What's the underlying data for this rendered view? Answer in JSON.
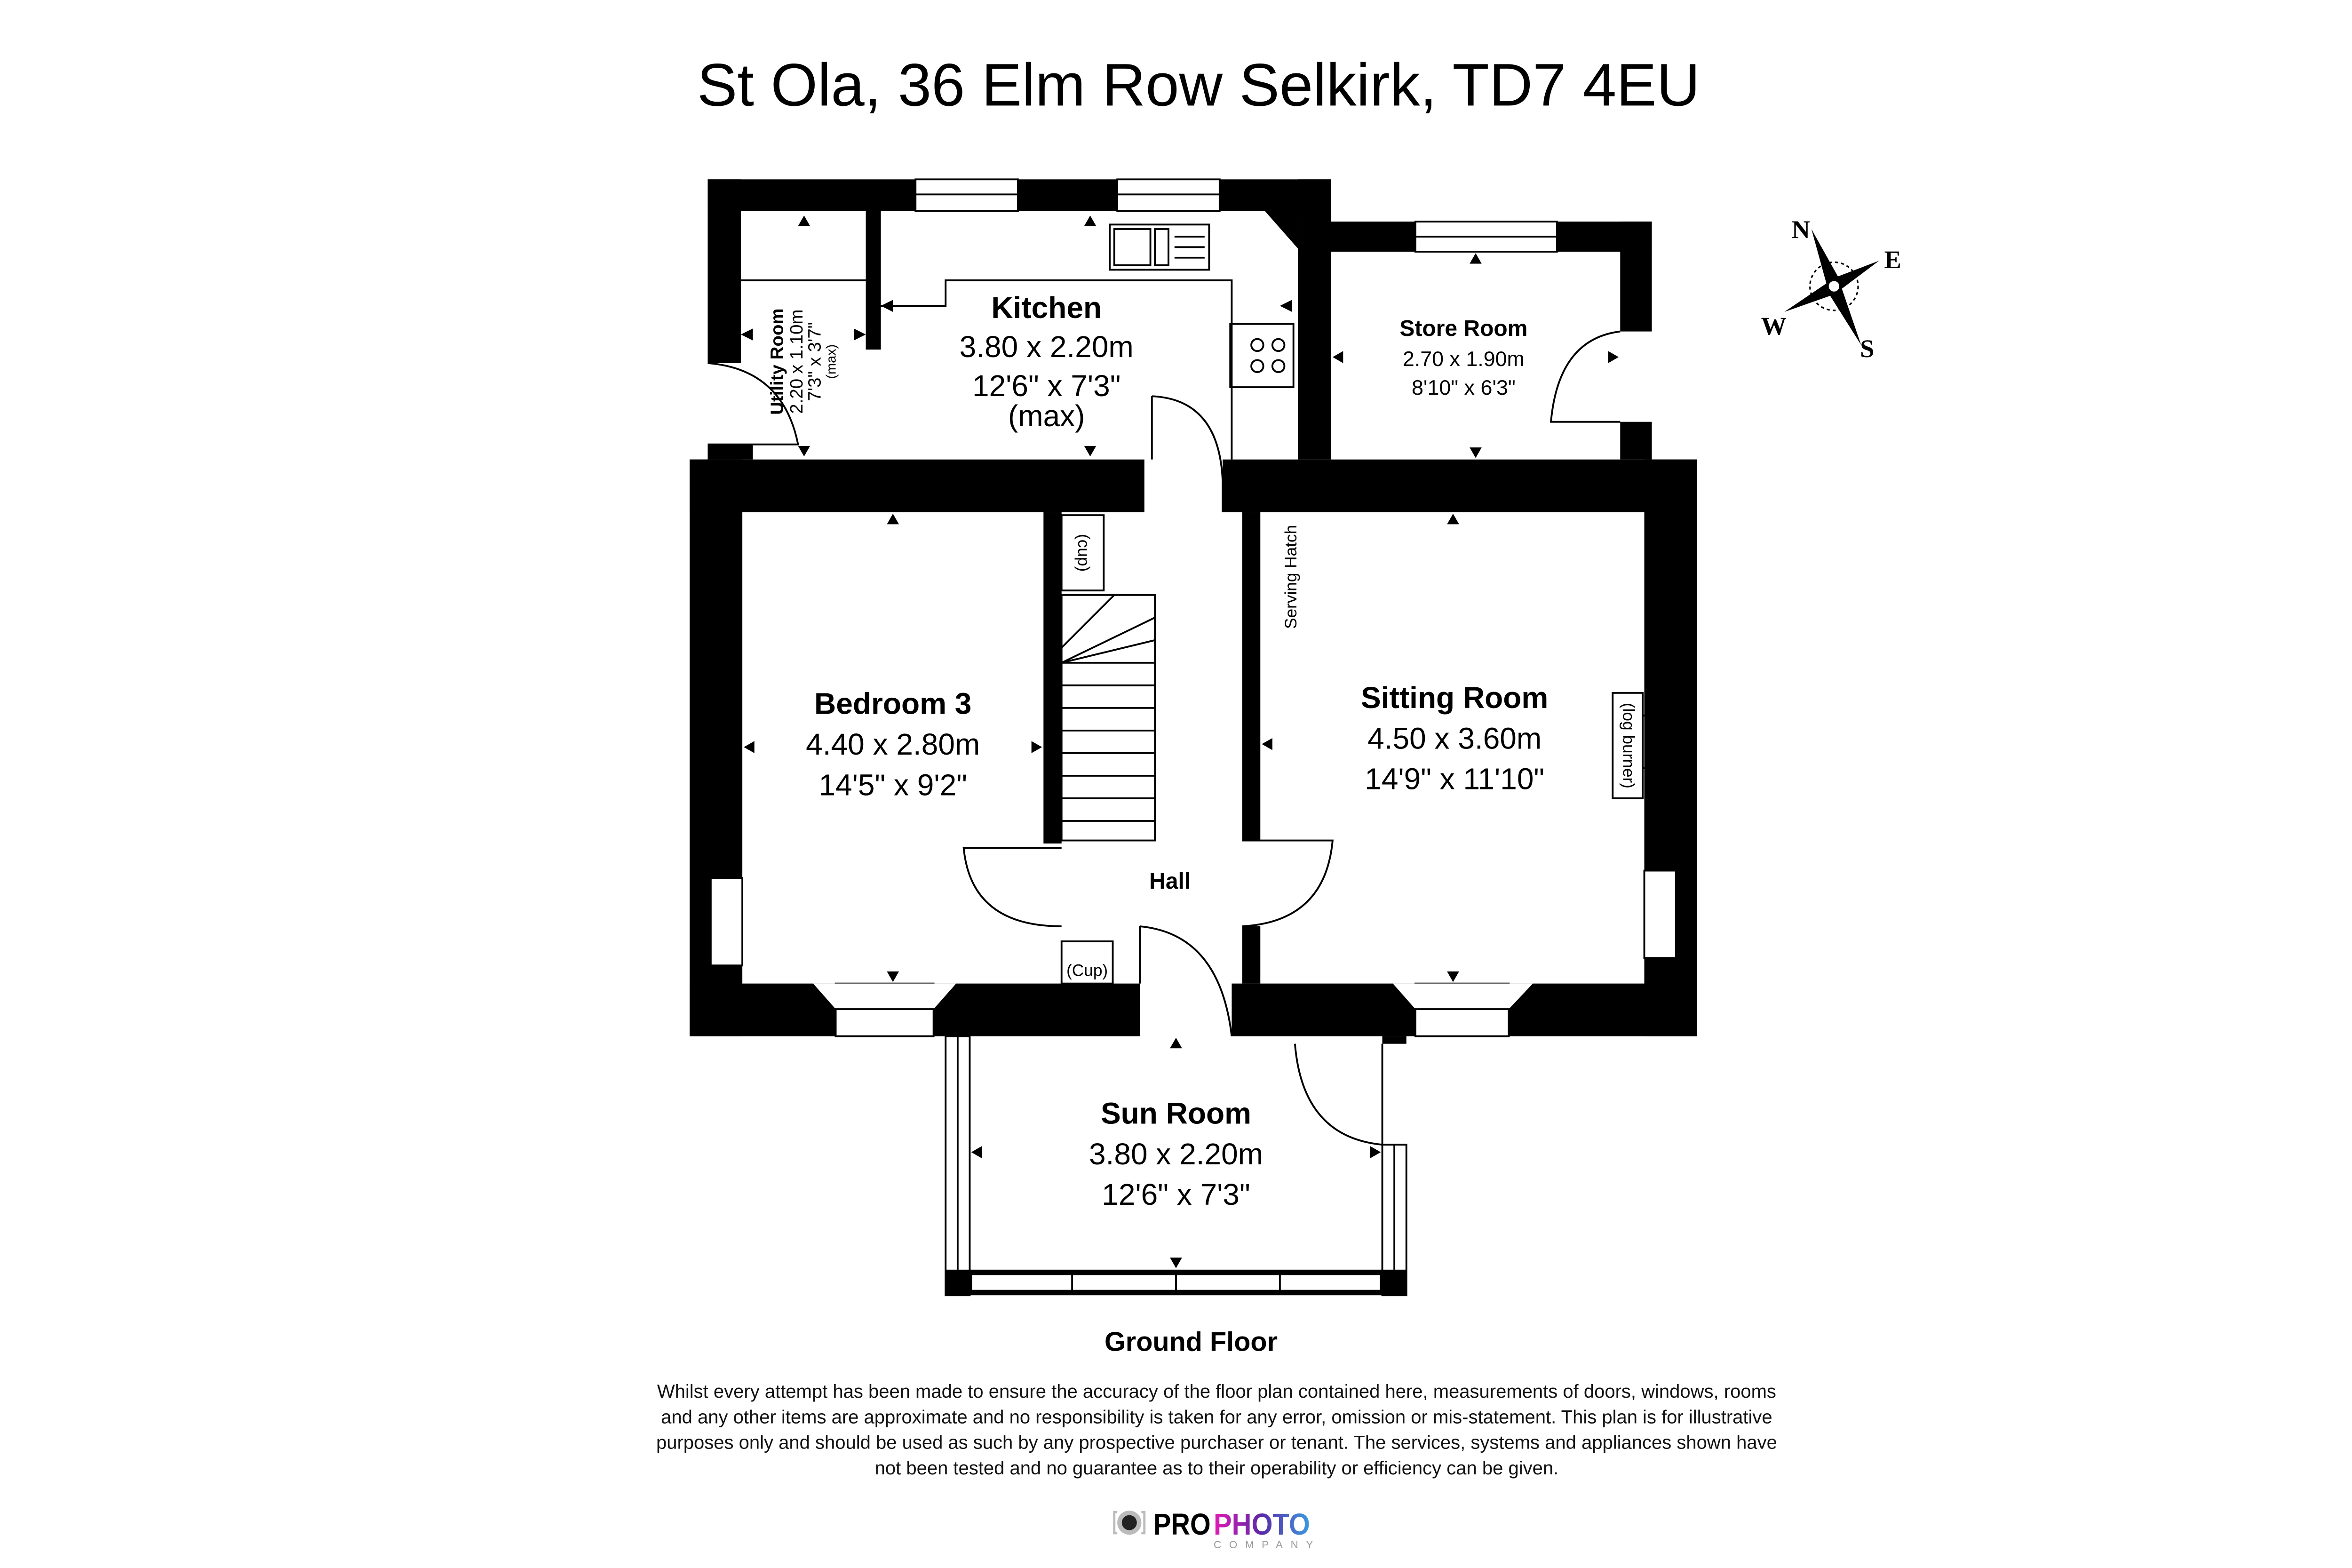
{
  "title": "St Ola, 36 Elm Row Selkirk, TD7 4EU",
  "floor_label": "Ground Floor",
  "rooms": {
    "kitchen": {
      "name": "Kitchen",
      "metric": "3.80 x 2.20m",
      "imperial": "12'6\" x 7'3\"",
      "note": "(max)"
    },
    "utility": {
      "name": "Utility Room",
      "metric": "2.20 x 1.10m",
      "imperial": "7'3\" x 3'7\"",
      "note": "(max)"
    },
    "store": {
      "name": "Store Room",
      "metric": "2.70 x 1.90m",
      "imperial": "8'10\" x 6'3\""
    },
    "bedroom3": {
      "name": "Bedroom 3",
      "metric": "4.40 x 2.80m",
      "imperial": "14'5\" x 9'2\""
    },
    "sitting": {
      "name": "Sitting Room",
      "metric": "4.50 x 3.60m",
      "imperial": "14'9\" x 11'10\""
    },
    "hall": {
      "name": "Hall"
    },
    "sun": {
      "name": "Sun Room",
      "metric": "3.80 x 2.20m",
      "imperial": "12'6\" x 7'3\""
    }
  },
  "labels": {
    "cup_upper": "(cup)",
    "cup_lower": "(Cup)",
    "serving_hatch": "Serving Hatch",
    "log_burner": "(log burner)"
  },
  "compass": {
    "n": "N",
    "e": "E",
    "s": "S",
    "w": "W"
  },
  "disclaimer": [
    "Whilst every attempt has been made to ensure the accuracy of the floor plan contained here, measurements of doors, windows, rooms",
    "and any other items are approximate and no responsibility is taken for any error, omission or mis-statement. This plan is for illustrative",
    "purposes only and should be used as such by any prospective purchaser or tenant. The services, systems and appliances shown have",
    "not been tested and no guarantee as to their operability or efficiency can be given."
  ],
  "logo": {
    "pro": "PRO",
    "photo": "PHOTO",
    "company": "COMPANY"
  }
}
